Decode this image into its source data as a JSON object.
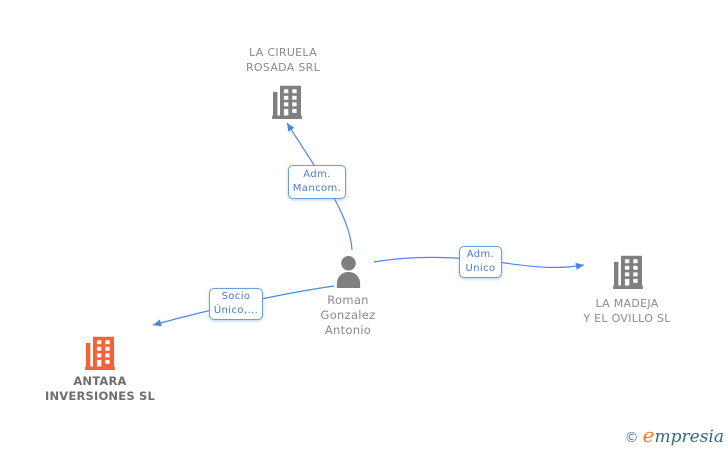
{
  "colors": {
    "node_gray": "#7f7f7f",
    "node_text_gray": "#8a8a8a",
    "highlight_orange": "#f4623a",
    "highlight_text_gray": "#6e6e6e",
    "edge_blue": "#4d86e0",
    "edge_box_border": "#6c9fd8",
    "edge_box_text": "#4a7cc7",
    "logo_teal": "#336b87",
    "logo_orange": "#ef7d2f"
  },
  "nodes": {
    "ciruela": {
      "line1": "LA CIRUELA",
      "line2": "ROSADA SRL"
    },
    "person": {
      "line1": "Roman",
      "line2": "Gonzalez",
      "line3": "Antonio"
    },
    "madeja": {
      "line1": "LA MADEJA",
      "line2": "Y EL OVILLO SL"
    },
    "antara": {
      "line1": "ANTARA",
      "line2": "INVERSIONES SL"
    }
  },
  "edges": {
    "mancom": {
      "line1": "Adm.",
      "line2": "Mancom."
    },
    "unico": {
      "line1": "Adm.",
      "line2": "Unico"
    },
    "socio": {
      "line1": "Socio",
      "line2": "Único,..."
    }
  },
  "footer": {
    "copyright": "©",
    "brand_e": "e",
    "brand_rest": "mpresia"
  }
}
